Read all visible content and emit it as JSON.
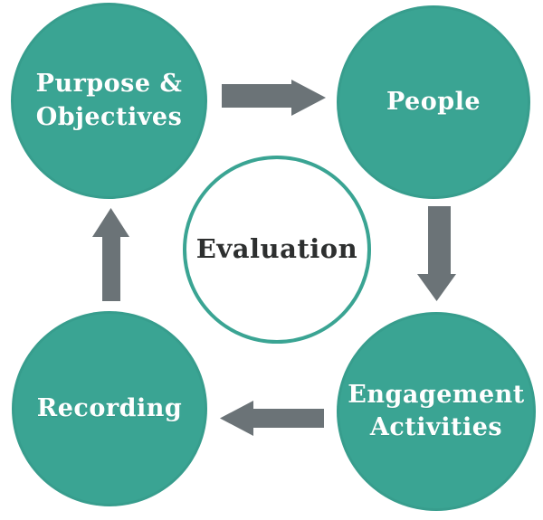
{
  "diagram": {
    "name": "engagement-evaluation-cycle",
    "background_color": "#FFFFFF",
    "colors": {
      "node_fill": "#3AA493",
      "node_text": "#FFFFFF",
      "center_border": "#3AA493",
      "center_fill": "#FFFFFF",
      "center_text": "#2D2F2F",
      "arrow": "#6B7377"
    },
    "center": {
      "label": "Evaluation"
    },
    "nodes": {
      "purpose": {
        "label": "Purpose &\nObjectives",
        "position": "top-left"
      },
      "people": {
        "label": "People",
        "position": "top-right"
      },
      "engagement": {
        "label": "Engagement\nActivities",
        "position": "bottom-right"
      },
      "recording": {
        "label": "Recording",
        "position": "bottom-left"
      }
    },
    "arrows": [
      {
        "from": "Purpose & Objectives",
        "to": "People",
        "direction": "right"
      },
      {
        "from": "People",
        "to": "Engagement Activities",
        "direction": "down"
      },
      {
        "from": "Engagement Activities",
        "to": "Recording",
        "direction": "left"
      },
      {
        "from": "Recording",
        "to": "Purpose & Objectives",
        "direction": "up"
      }
    ]
  }
}
